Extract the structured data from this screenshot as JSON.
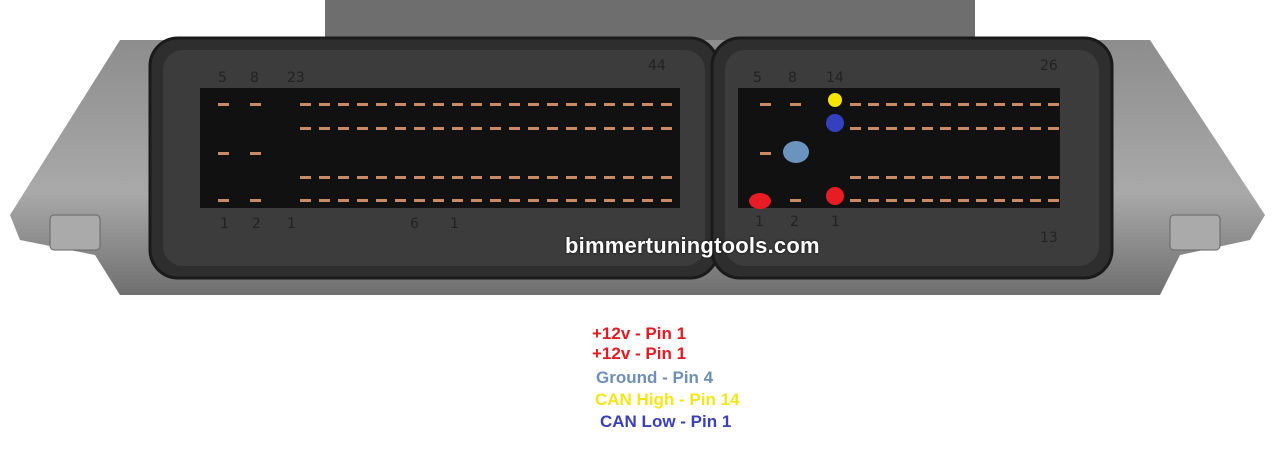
{
  "watermark": "bimmertuningtools.com",
  "left_connector": {
    "top_labels": [
      "5",
      "8",
      "23",
      "44"
    ],
    "bottom_labels": [
      "1",
      "2",
      "1",
      "6",
      "1"
    ]
  },
  "right_connector": {
    "top_labels": [
      "5",
      "8",
      "14",
      "26"
    ],
    "bottom_labels": [
      "1",
      "2",
      "1",
      "13"
    ]
  },
  "pin_markers": [
    {
      "name": "can-high",
      "color": "#f5e400"
    },
    {
      "name": "can-low",
      "color": "#3340c0"
    },
    {
      "name": "ground",
      "color": "#6b93c0"
    },
    {
      "name": "power-1",
      "color": "#e81c24"
    },
    {
      "name": "power-2",
      "color": "#e81c24"
    }
  ],
  "legend": [
    {
      "text": "+12v - Pin 1",
      "color": "#e01b24"
    },
    {
      "text": "+12v - Pin 1",
      "color": "#e01b24"
    },
    {
      "text": "Ground - Pin 4",
      "color": "#6f8fb8"
    },
    {
      "text": "CAN High - Pin 14",
      "color": "#f5e61a"
    },
    {
      "text": "CAN Low - Pin 1",
      "color": "#3a40b8"
    }
  ]
}
